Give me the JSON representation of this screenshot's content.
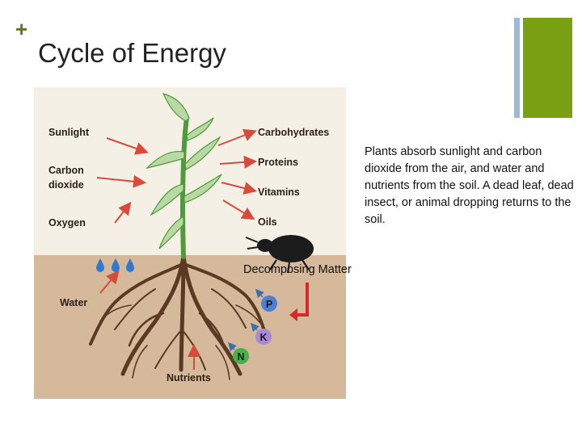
{
  "slide": {
    "plus_symbol": "+",
    "title": "Cycle of Energy",
    "description": "Plants absorb sunlight and carbon dioxide from the air, and water and nutrients from the soil. A dead leaf, dead insect, or animal dropping returns to the soil.",
    "decomposing_label": "Decomposing Matter"
  },
  "figure": {
    "inputs": {
      "sunlight": "Sunlight",
      "carbon": "Carbon",
      "dioxide": "dioxide",
      "oxygen": "Oxygen",
      "water": "Water",
      "nutrients": "Nutrients"
    },
    "outputs": {
      "carbohydrates": "Carbohydrates",
      "proteins": "Proteins",
      "vitamins": "Vitamins",
      "oils": "Oils"
    },
    "nutrient_letters": {
      "p": "P",
      "k": "K",
      "n": "N"
    }
  },
  "colors": {
    "accent_green": "#78a012",
    "accent_blue": "#9fb8d4",
    "sky": "#f4f0e6",
    "soil": "#d5b99a",
    "arrow": "#d94a3a",
    "p_circle": "#4e7fd8",
    "k_circle": "#a88ad6",
    "n_circle": "#49b04a"
  }
}
